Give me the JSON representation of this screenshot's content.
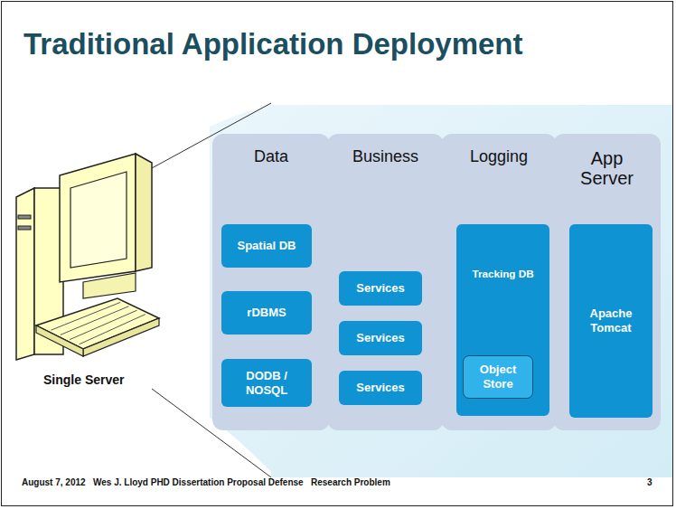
{
  "diagram": {
    "title": "Traditional Application Deployment",
    "nodes": [
      {
        "text": [
          "Data"
        ]
      },
      {
        "text": [
          "Spatial DB"
        ],
        "in": 0
      },
      {
        "text": [
          "rDBMS"
        ],
        "in": 0
      },
      {
        "text": [
          "DODB / NOSQL"
        ],
        "in": 0
      },
      {
        "text": [
          "Business"
        ]
      },
      {
        "text": [
          "Services"
        ],
        "in": 4
      },
      {
        "text": [
          "Services"
        ],
        "in": 4
      },
      {
        "text": [
          "Services"
        ],
        "in": 4
      },
      {
        "text": [
          "Logging"
        ]
      },
      {
        "text": [
          "Tracking DB"
        ],
        "in": 8
      },
      {
        "text": [
          "Object Store"
        ],
        "in": 9
      },
      {
        "text": [
          "App Server"
        ]
      },
      {
        "text": [
          "Apache Tomcat"
        ],
        "in": 11
      }
    ],
    "labels": [
      "Single Server",
      "August 7, 2012",
      "Wes J. Lloyd PHD Dissertation Proposal Defense",
      "Research Problem",
      "3"
    ]
  }
}
